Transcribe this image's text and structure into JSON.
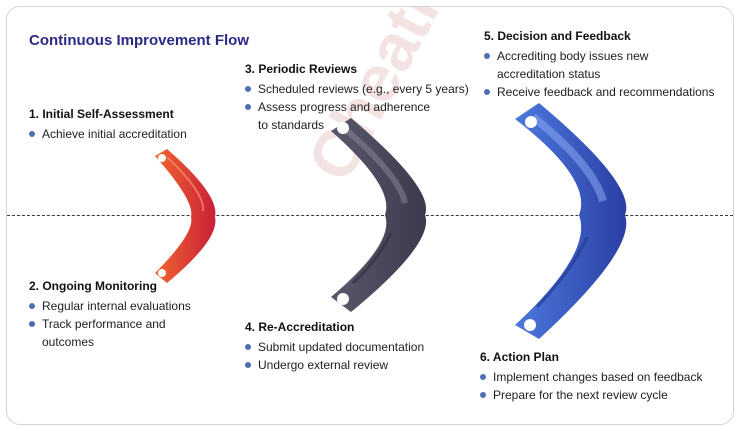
{
  "title": "Continuous Improvement Flow",
  "colors": {
    "title": "#2d2a86",
    "bullet": "#4d6fb5",
    "boomerang_orange": "#e8542e",
    "boomerang_gray": "#4b4a5c",
    "boomerang_blue": "#3b5fc9"
  },
  "steps": [
    {
      "title": "1. Initial Self-Assessment",
      "bullets": [
        "Achieve initial accreditation"
      ]
    },
    {
      "title": "2. Ongoing Monitoring",
      "bullets": [
        "Regular internal evaluations",
        "Track performance and",
        "outcomes"
      ]
    },
    {
      "title": "3. Periodic Reviews",
      "bullets": [
        "Scheduled reviews (e.g., every 5 years)",
        "Assess progress and adherence",
        "to standards"
      ]
    },
    {
      "title": "4. Re-Accreditation",
      "bullets": [
        "Submit updated documentation",
        "Undergo external review"
      ]
    },
    {
      "title": "5. Decision and Feedback",
      "bullets": [
        "Accrediting body issues new",
        "accreditation status",
        "Receive feedback and recommendations"
      ]
    },
    {
      "title": "6. Action Plan",
      "bullets": [
        "Implement changes based on feedback",
        "Prepare for the next review cycle"
      ]
    }
  ]
}
